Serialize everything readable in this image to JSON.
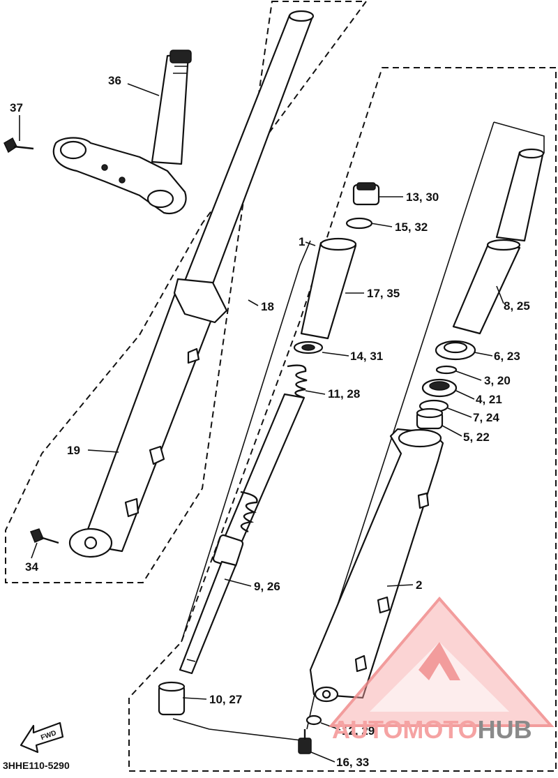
{
  "diagram": {
    "code": "3HHE110-5290",
    "fwd_label": "FWD",
    "callouts": {
      "c37": "37",
      "c36": "36",
      "c19": "19",
      "c34": "34",
      "c18": "18",
      "c1": "1",
      "c13": "13, 30",
      "c15": "15, 32",
      "c17": "17, 35",
      "c14": "14, 31",
      "c11": "11, 28",
      "c9": "9, 26",
      "c10": "10, 27",
      "c12": "12, 29",
      "c16": "16, 33",
      "c8": "8, 25",
      "c6": "6, 23",
      "c3": "3, 20",
      "c4": "4, 21",
      "c7": "7, 24",
      "c5": "5, 22",
      "c2": "2"
    }
  },
  "watermark": {
    "brand_a": "AUTOMOTO",
    "brand_b": "HUB",
    "color_a": "#f5a3a3",
    "color_b": "#8a8a8a"
  }
}
